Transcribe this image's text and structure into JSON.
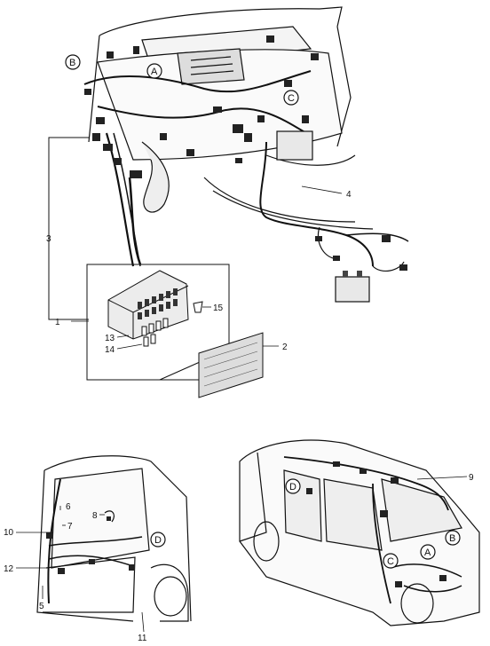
{
  "part_numbers": [
    "1",
    "2",
    "3",
    "4",
    "5",
    "6",
    "7",
    "8",
    "9",
    "10",
    "11",
    "12",
    "13",
    "14",
    "15"
  ],
  "location_markers": [
    "A",
    "B",
    "C",
    "D"
  ],
  "colors": {
    "line": "#111111",
    "background": "#ffffff",
    "fill_light": "#e8e8e8",
    "fill_dark": "#444444"
  },
  "icons": [
    "fuse-box-icon",
    "relay-icon",
    "battery-icon",
    "wiring-harness-icon",
    "van-body-icon"
  ]
}
